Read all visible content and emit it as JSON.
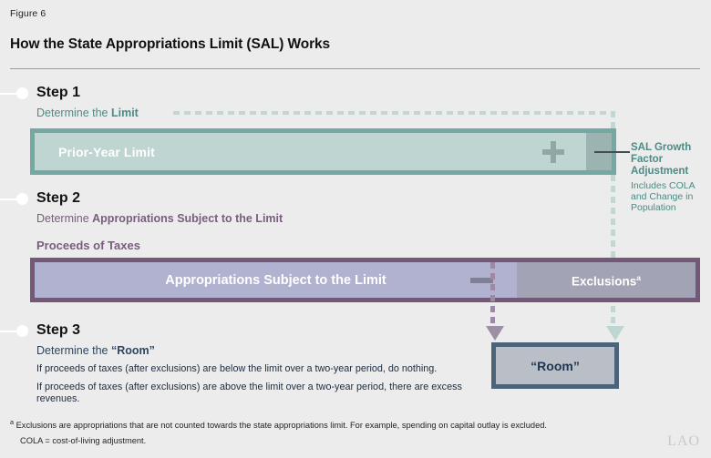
{
  "figure": {
    "label": "Figure 6",
    "title": "How the State Appropriations Limit (SAL) Works"
  },
  "steps": [
    {
      "heading": "Step 1",
      "sub_prefix": "Determine the ",
      "sub_strong": "Limit",
      "bar_label": "Prior-Year Limit",
      "operator": "plus",
      "callout_title": "SAL Growth Factor Adjustment",
      "callout_note": "Includes COLA and Change in Population"
    },
    {
      "heading": "Step 2",
      "sub_prefix": "Determine ",
      "sub_strong": "Appropriations Subject to the Limit",
      "section_label": "Proceeds of Taxes",
      "bar_label": "Appropriations Subject to the Limit",
      "operator": "minus",
      "exclusions_label": "Exclusions",
      "exclusions_marker": "a"
    },
    {
      "heading": "Step 3",
      "sub_prefix": "Determine the ",
      "sub_strong": "“Room”",
      "note_1": "If proceeds of taxes (after exclusions) are below the limit over a two-year period, do nothing.",
      "note_2": "If proceeds of taxes (after exclusions) are above the limit over a two-year period, there are excess revenues.",
      "result_label": "“Room”"
    }
  ],
  "footnotes": {
    "marker_a": "a",
    "note_a": "Exclusions are appropriations that are not counted towards the state appropriations limit. For example, spending on capital outlay is excluded.",
    "note_b": "COLA = cost-of-living adjustment."
  },
  "branding": {
    "logo_text": "LAO"
  },
  "colors": {
    "background": "#ececec",
    "teal_border": "#73a8a3",
    "teal_fill": "#bfd5d1",
    "teal_text": "#4c8b86",
    "purple_border": "#755878",
    "purple_fill": "#b0b2cf",
    "purple_text": "#7a5c7e",
    "navy_border": "#4c647a",
    "navy_fill": "#b9bec7",
    "navy_text": "#1f3550"
  }
}
